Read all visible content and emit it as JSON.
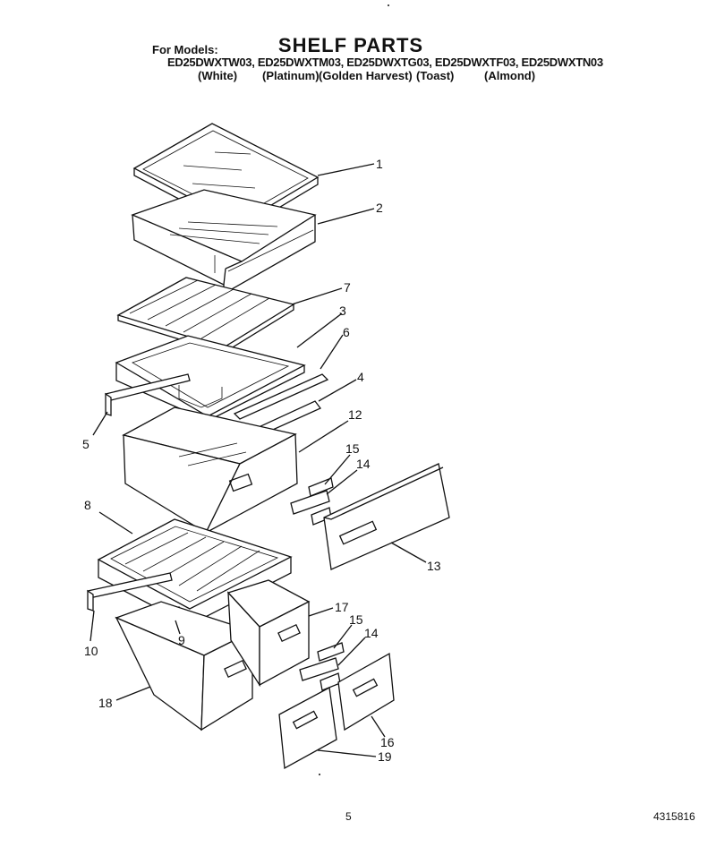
{
  "header": {
    "for_models_label": "For Models:",
    "title": "SHELF PARTS",
    "models": "ED25DWXTW03, ED25DWXTM03, ED25DWXTG03, ED25DWXTF03, ED25DWXTN03",
    "colors": [
      "(White)",
      "(Platinum)",
      "(Golden Harvest)",
      "(Toast)",
      "(Almond)"
    ]
  },
  "callouts": [
    "1",
    "2",
    "7",
    "3",
    "6",
    "4",
    "5",
    "12",
    "15",
    "14",
    "8",
    "13",
    "10",
    "9",
    "17",
    "15",
    "14",
    "18",
    "16",
    "19"
  ],
  "footer": {
    "page_number": "5",
    "doc_number": "4315816"
  }
}
